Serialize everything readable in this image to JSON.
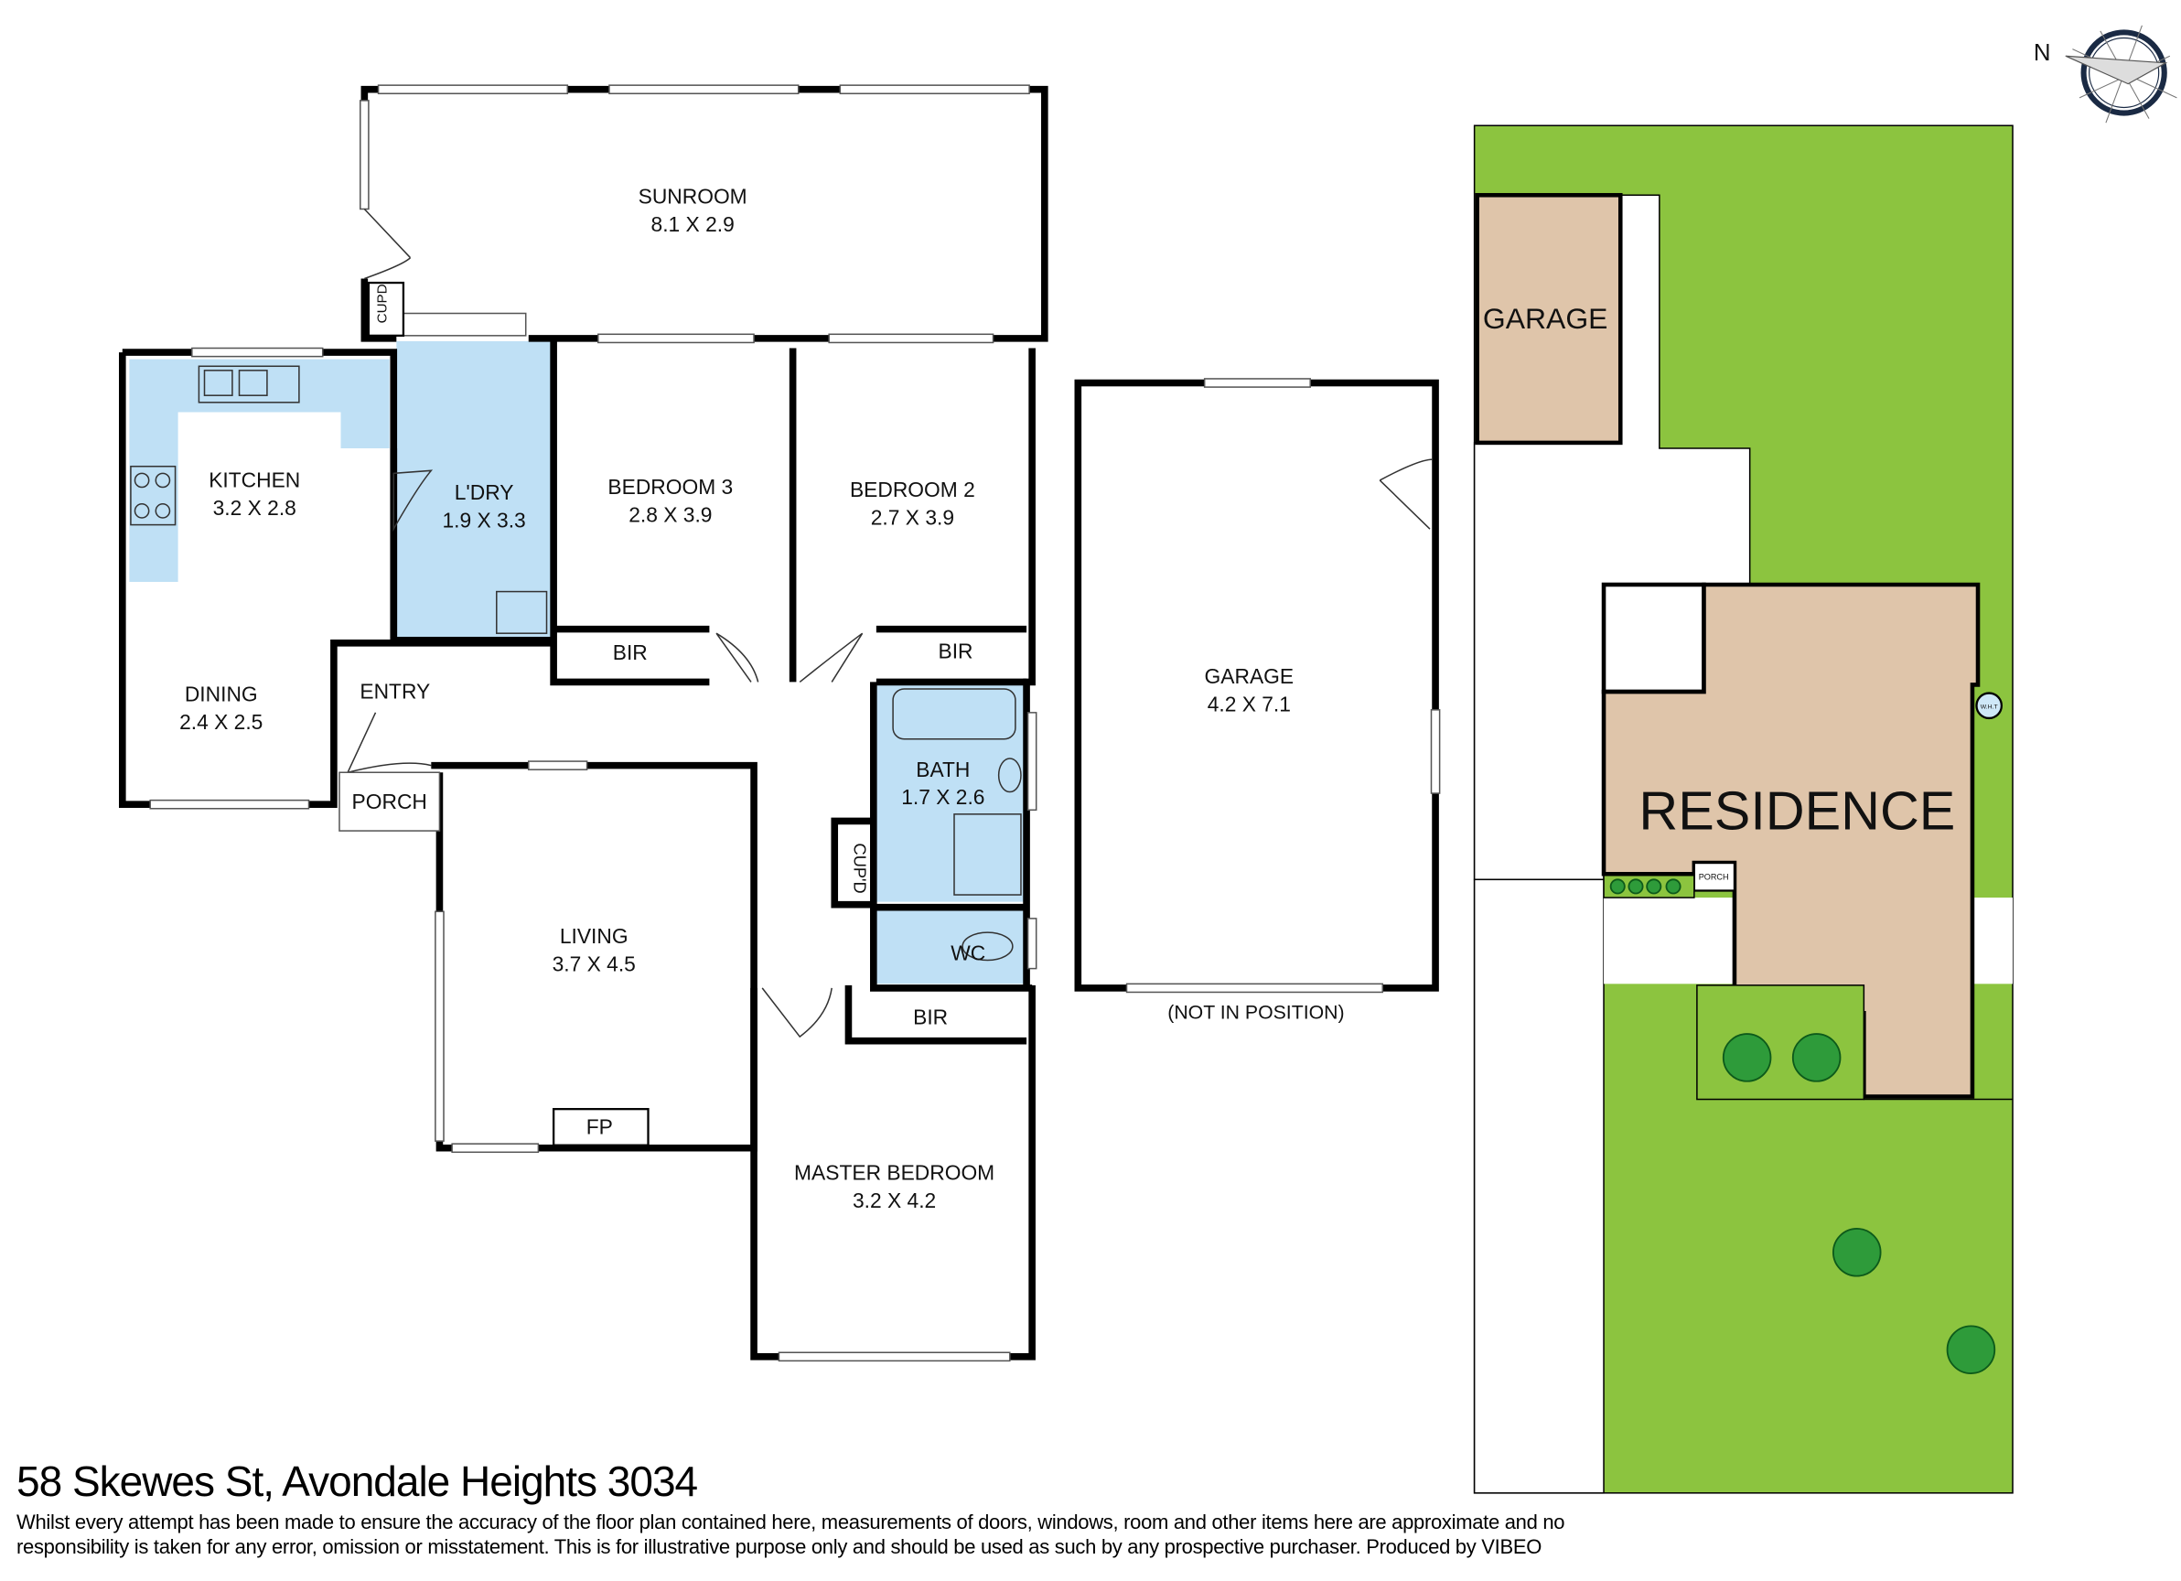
{
  "address": "58 Skewes St, Avondale Heights 3034",
  "disclaimer": "Whilst every attempt has been made to ensure the accuracy of the floor plan contained here, measurements of doors, windows, room and other items here are approximate and no responsibility is taken for any error, omission or misstatement. This is for illustrative purpose only and should be used as such by any prospective purchaser. Produced by VIBEO",
  "compass_label": "N",
  "rooms": {
    "sunroom": {
      "name": "SUNROOM",
      "size": "8.1 X 2.9"
    },
    "kitchen": {
      "name": "KITCHEN",
      "size": "3.2 X 2.8"
    },
    "laundry": {
      "name": "L'DRY",
      "size": "1.9 X 3.3"
    },
    "bedroom3": {
      "name": "BEDROOM 3",
      "size": "2.8 X 3.9"
    },
    "bedroom2": {
      "name": "BEDROOM 2",
      "size": "2.7 X 3.9"
    },
    "dining": {
      "name": "DINING",
      "size": "2.4 X 2.5"
    },
    "entry": {
      "name": "ENTRY"
    },
    "porch": {
      "name": "PORCH"
    },
    "bath": {
      "name": "BATH",
      "size": "1.7 X 2.6"
    },
    "wc": {
      "name": "WC"
    },
    "living": {
      "name": "LIVING",
      "size": "3.7 X 4.5"
    },
    "fp": {
      "name": "FP"
    },
    "master": {
      "name": "MASTER BEDROOM",
      "size": "3.2 X 4.2"
    },
    "garage": {
      "name": "GARAGE",
      "size": "4.2 X 7.1",
      "note": "(NOT IN POSITION)"
    },
    "bir": "BIR",
    "cupd": "CUPD",
    "cupd2": "CUP'D"
  },
  "site": {
    "garage": "GARAGE",
    "residence": "RESIDENCE",
    "porch": "PORCH",
    "wht": "W.H.T",
    "colors": {
      "lawn": "#8cc43f",
      "building": "#dfc5aa",
      "wet_area": "#bfe0f5"
    }
  }
}
